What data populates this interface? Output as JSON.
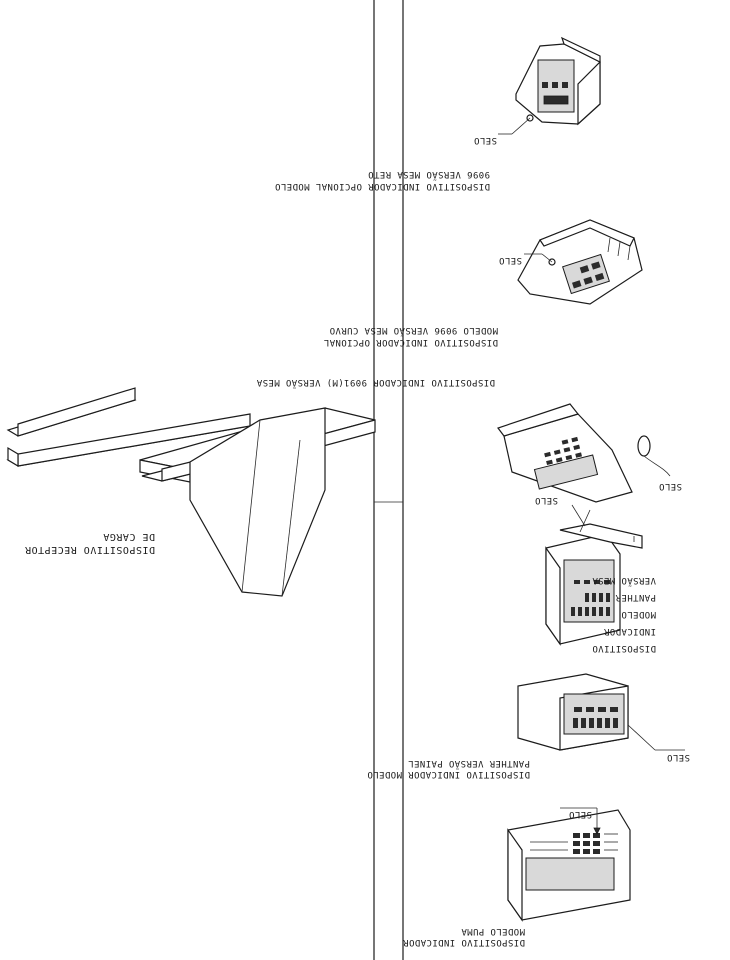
{
  "labels": {
    "receptor_line1": "DISPOSITIVO RECEPTOR",
    "receptor_line2": "DE CARGA",
    "m9096_reto_line1": "DISPOSITIVO INDICADOR OPCIONAL MODELO",
    "m9096_reto_line2": "9096 VERSÃO MESA RETO",
    "m9096_curvo_line1": "DISPOSITIVO INDICADOR OPCIONAL",
    "m9096_curvo_line2": "MODELO 9096 VERSÃO MESA CURVO",
    "m9091_line1": "DISPOSITIVO INDICADOR 9091(M) VERSÃO MESA",
    "panther_mesa_line1": "DISPOSITIVO",
    "panther_mesa_line2": "INDICADOR",
    "panther_mesa_line3": "MODELO",
    "panther_mesa_line4": "PANTHER",
    "panther_mesa_line5": "VERSÃO MESA",
    "panther_painel_line1": "DISPOSITIVO INDICADOR MODELO",
    "panther_painel_line2": "PANTHER VERSÃO PAINEL",
    "puma_line1": "DISPOSITIVO INDICADOR",
    "puma_line2": "MODELO PUMA"
  },
  "seals": {
    "s1": "SELO",
    "s2": "SELO",
    "s3": "SELO",
    "s4": "SELO",
    "s5": "SELO",
    "s6": "SELO"
  },
  "colors": {
    "ink": "#1c1c1c",
    "paper": "#ffffff"
  }
}
